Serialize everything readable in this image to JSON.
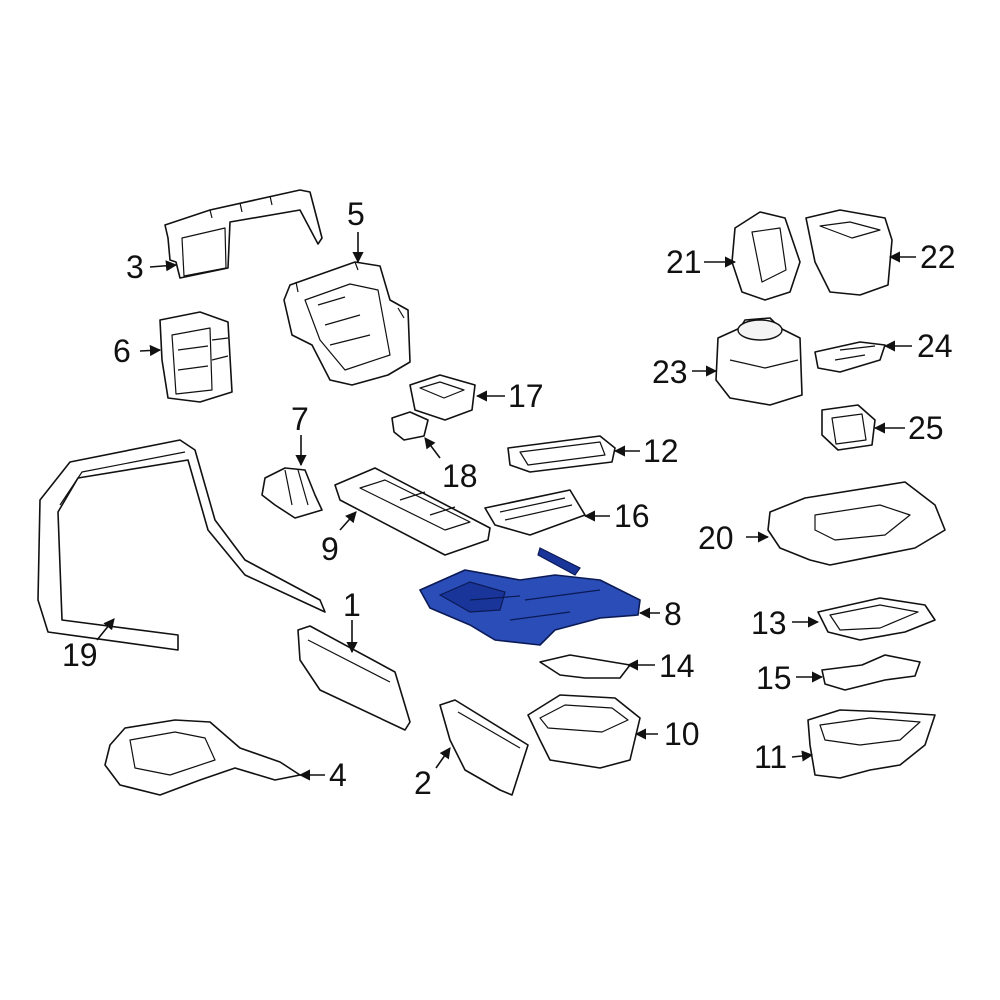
{
  "colors": {
    "highlight": "#2a4db8",
    "line": "#111111",
    "background": "#ffffff"
  },
  "callouts": {
    "c1": "1",
    "c2": "2",
    "c3": "3",
    "c4": "4",
    "c5": "5",
    "c6": "6",
    "c7": "7",
    "c8": "8",
    "c9": "9",
    "c10": "10",
    "c11": "11",
    "c12": "12",
    "c13": "13",
    "c14": "14",
    "c15": "15",
    "c16": "16",
    "c17": "17",
    "c18": "18",
    "c19": "19",
    "c20": "20",
    "c21": "21",
    "c22": "22",
    "c23": "23",
    "c24": "24",
    "c25": "25"
  },
  "highlighted_part": "8"
}
